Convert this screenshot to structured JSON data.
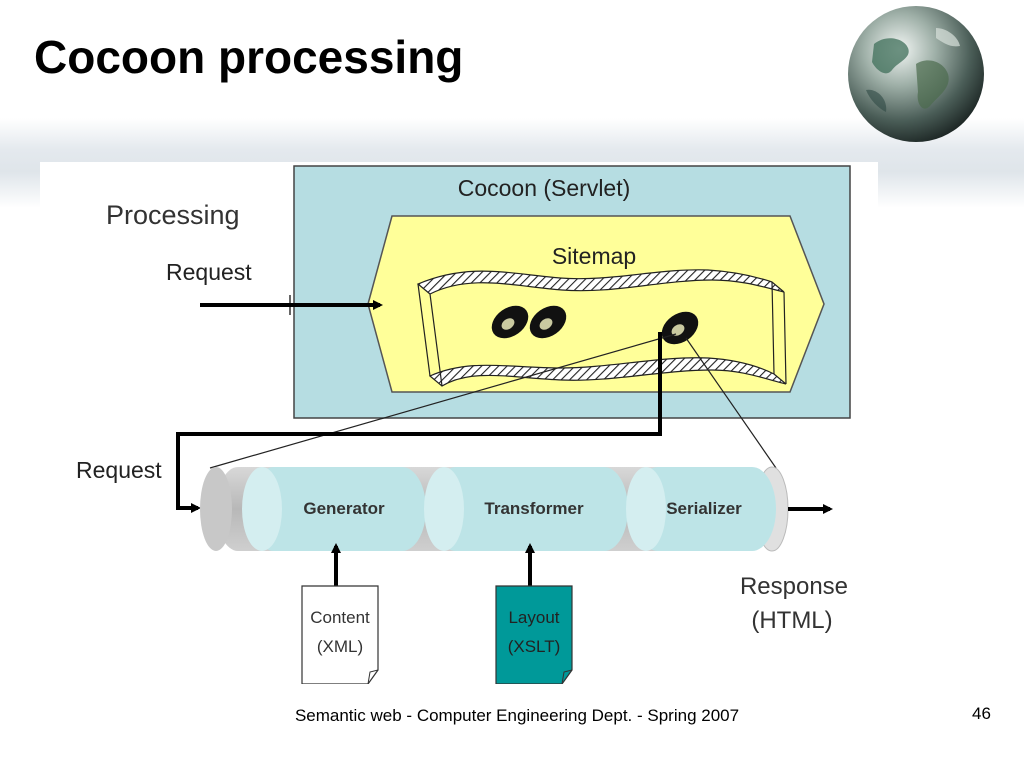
{
  "slide": {
    "title": "Cocoon processing",
    "footer": "Semantic web - Computer Engineering Dept. - Spring 2007",
    "page_number": "46"
  },
  "diagram": {
    "processing_label": "Processing",
    "request_label_top": "Request",
    "request_label_bottom": "Request",
    "servlet_label": "Cocoon (Servlet)",
    "sitemap_label": "Sitemap",
    "stages": [
      "Generator",
      "Transformer",
      "Serializer"
    ],
    "content_doc": {
      "line1": "Content",
      "line2": "(XML)"
    },
    "layout_doc": {
      "line1": "Layout",
      "line2": "(XSLT)"
    },
    "response": {
      "line1": "Response",
      "line2": "(HTML)"
    }
  },
  "colors": {
    "servlet_fill": "#b6dde2",
    "sitemap_fill": "#ffff99",
    "pipeline_fill": "#bde4e7",
    "layout_doc_fill": "#009999"
  }
}
